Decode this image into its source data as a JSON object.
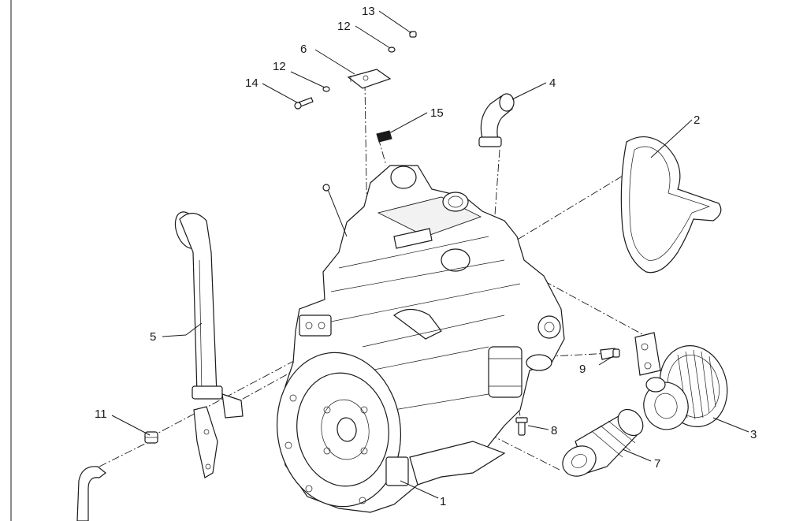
{
  "callouts": {
    "c1": "1",
    "c2": "2",
    "c3": "3",
    "c4": "4",
    "c5": "5",
    "c6": "6",
    "c7": "7",
    "c8": "8",
    "c9": "9",
    "c11": "11",
    "c12a": "12",
    "c12b": "12",
    "c13": "13",
    "c14": "14",
    "c15": "15"
  }
}
